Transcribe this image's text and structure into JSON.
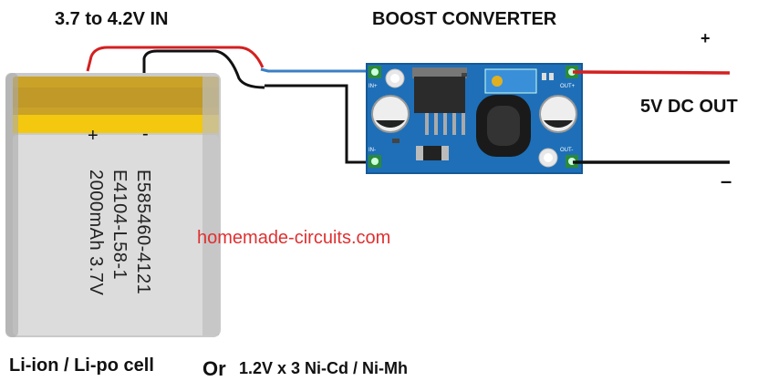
{
  "labels": {
    "input": "3.7 to 4.2V IN",
    "converter": "BOOST CONVERTER",
    "output": "5V DC OUT",
    "plus_out": "+",
    "minus_out": "–",
    "battery_plus": "+",
    "battery_minus": "-",
    "watermark": "homemade-circuits.com",
    "cell_type": "Li-ion / Li-po cell",
    "or": "Or",
    "alt_cells": "1.2V x 3 Ni-Cd / Ni-Mh"
  },
  "battery": {
    "line1": "E585460-4121",
    "line2": "E4104-L58-1",
    "line3": "2000mAh 3.7V"
  },
  "board_pins": {
    "in_plus": "IN+",
    "in_minus": "IN-",
    "out_plus": "OUT+",
    "out_minus": "OUT-"
  },
  "colors": {
    "wire_red": "#d42020",
    "wire_black": "#111111",
    "wire_blue": "#3a7fc4",
    "board": "#1e6fb8",
    "battery_gold": "#c9a227",
    "battery_yellow": "#f2c80f",
    "battery_body": "#d8d8d8",
    "watermark": "#e03030"
  }
}
